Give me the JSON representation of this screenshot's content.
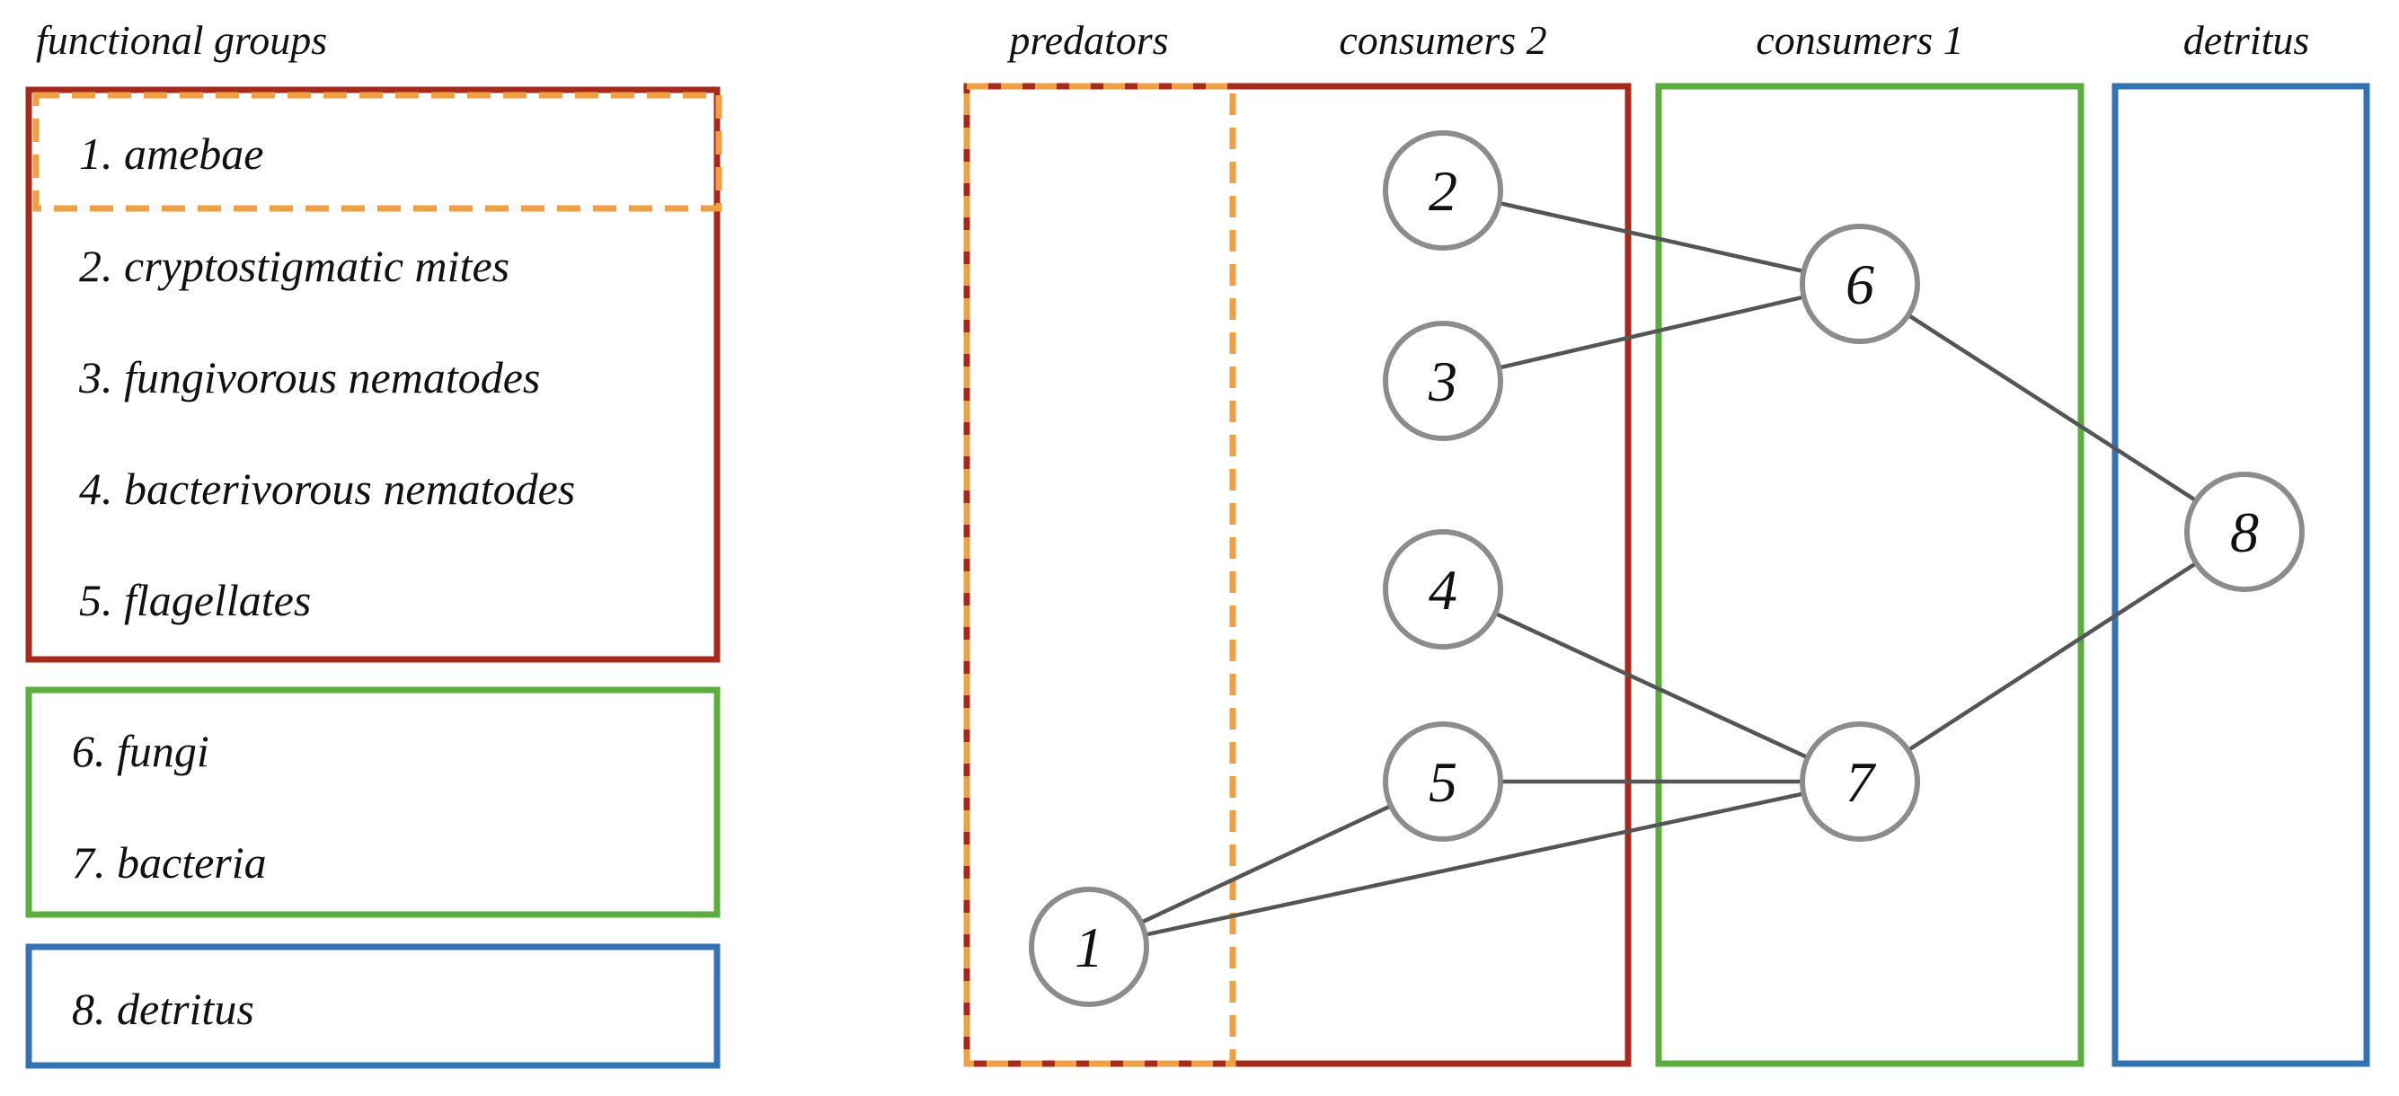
{
  "colors": {
    "consumers2": "#a8291a",
    "predators": "#f0a040",
    "consumers1": "#5aae3c",
    "detritus": "#3173b5",
    "node_stroke": "#8c8c8c",
    "edge": "#555555"
  },
  "legend": {
    "title": "functional groups",
    "items": [
      "1. amebae",
      "2. cryptostigmatic mites",
      "3. fungivorous nematodes",
      "4. bacterivorous nematodes",
      "5. flagellates",
      "6. fungi",
      "7. bacteria",
      "8. detritus"
    ]
  },
  "columns": {
    "predators": "predators",
    "consumers2": "consumers 2",
    "consumers1": "consumers 1",
    "detritus": "detritus"
  },
  "nodes": [
    "1",
    "2",
    "3",
    "4",
    "5",
    "6",
    "7",
    "8"
  ],
  "edges": [
    [
      "2",
      "6"
    ],
    [
      "3",
      "6"
    ],
    [
      "6",
      "8"
    ],
    [
      "4",
      "7"
    ],
    [
      "5",
      "7"
    ],
    [
      "7",
      "8"
    ],
    [
      "1",
      "5"
    ],
    [
      "1",
      "7"
    ]
  ]
}
